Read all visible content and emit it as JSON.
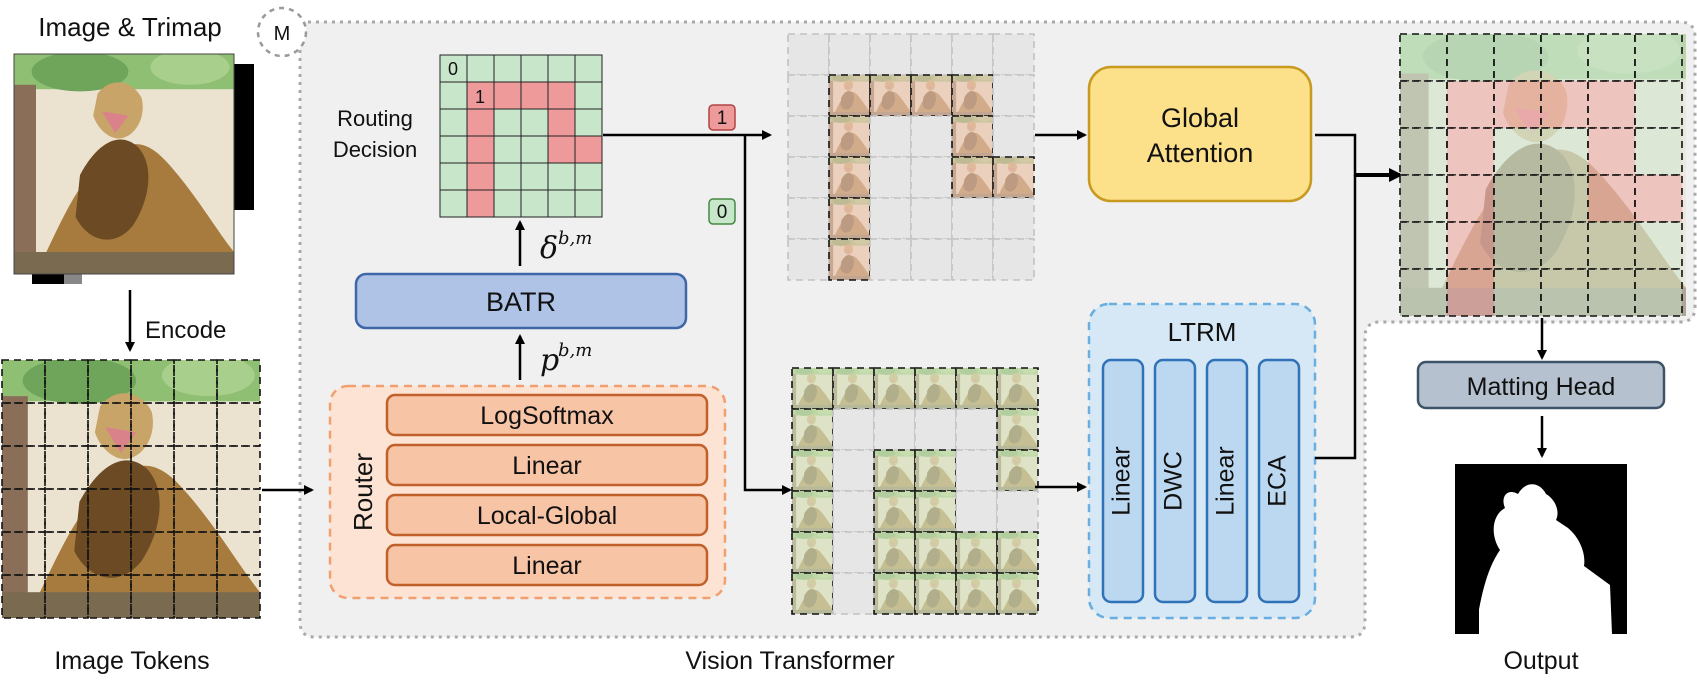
{
  "labels": {
    "image_trimap": "Image & Trimap",
    "encode": "Encode",
    "image_tokens": "Image Tokens",
    "vision_transformer": "Vision Transformer",
    "output": "Output",
    "m_badge": "M",
    "routing_decision_line1": "Routing",
    "routing_decision_line2": "Decision",
    "grid_corner_0": "0",
    "grid_corner_1": "1",
    "flag_1": "1",
    "flag_0": "0",
    "delta": "δ",
    "delta_sup": "b,m",
    "p": "p",
    "p_sup": "b,m",
    "batr": "BATR",
    "router": "Router",
    "global_attention_line1": "Global",
    "global_attention_line2": "Attention",
    "ltrm": "LTRM",
    "matting_head": "Matting Head"
  },
  "router_layers": [
    "LogSoftmax",
    "Linear",
    "Local-Global",
    "Linear"
  ],
  "ltrm_layers": [
    "Linear",
    "DWC",
    "Linear",
    "ECA"
  ],
  "routing_grid": {
    "rows": 6,
    "cols": 6,
    "values": [
      [
        0,
        0,
        0,
        0,
        0,
        0
      ],
      [
        0,
        1,
        1,
        1,
        1,
        0
      ],
      [
        0,
        1,
        0,
        0,
        1,
        0
      ],
      [
        0,
        1,
        0,
        0,
        1,
        1
      ],
      [
        0,
        1,
        0,
        0,
        0,
        0
      ],
      [
        0,
        1,
        0,
        0,
        0,
        0
      ]
    ]
  },
  "colors": {
    "routed": "#ef9a9a",
    "local": "#c8e6c9",
    "batr_fill": "#aec3e6",
    "router_fill": "#f8c4a6",
    "global_fill": "#fce08a",
    "ltrm_fill": "#bcd8f0",
    "matting_fill": "#b6c1cf"
  },
  "icons": {
    "lion": "lion-photo",
    "alpha_matte": "alpha-matte-silhouette"
  }
}
